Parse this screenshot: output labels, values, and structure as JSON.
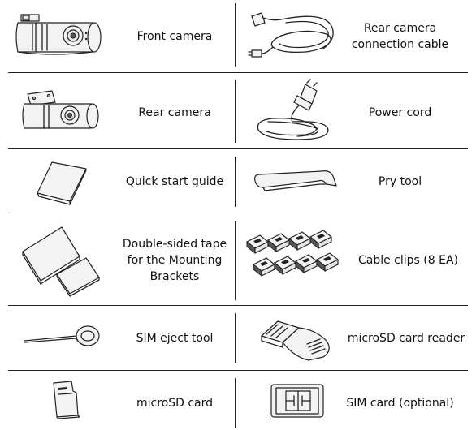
{
  "items": [
    {
      "label": "Front camera",
      "icon": "front-camera-icon"
    },
    {
      "label": "Rear camera\nconnection cable",
      "icon": "rear-camera-cable-icon"
    },
    {
      "label": "Rear camera",
      "icon": "rear-camera-icon"
    },
    {
      "label": "Power cord",
      "icon": "power-cord-icon"
    },
    {
      "label": "Quick start guide",
      "icon": "quick-start-guide-icon"
    },
    {
      "label": "Pry tool",
      "icon": "pry-tool-icon"
    },
    {
      "label": "Double-sided tape\nfor the Mounting\nBrackets",
      "icon": "double-sided-tape-icon"
    },
    {
      "label": "Cable clips (8 EA)",
      "icon": "cable-clips-icon"
    },
    {
      "label": "SIM eject tool",
      "icon": "sim-eject-tool-icon"
    },
    {
      "label": "microSD card reader",
      "icon": "microsd-card-reader-icon"
    },
    {
      "label": "microSD card",
      "icon": "microsd-card-icon"
    },
    {
      "label": "SIM card (optional)",
      "icon": "sim-card-icon"
    }
  ]
}
